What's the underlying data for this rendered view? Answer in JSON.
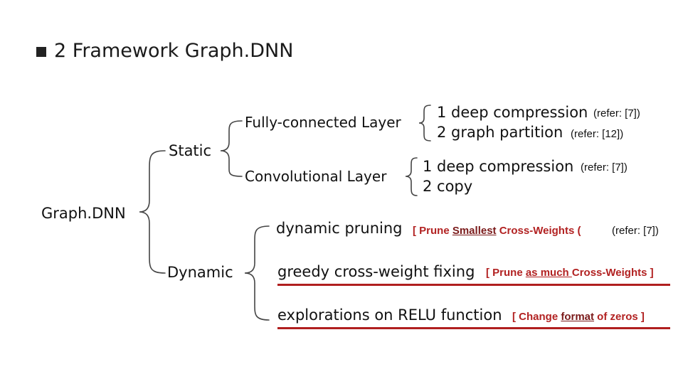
{
  "title": "2 Framework Graph.DNN",
  "root": "Graph.DNN",
  "static": {
    "label": "Static",
    "fully_connected": {
      "label": "Fully-connected Layer",
      "items": [
        {
          "text": "1 deep compression",
          "ref": "(refer: [7])"
        },
        {
          "text": "2 graph partition",
          "ref": "(refer: [12])"
        }
      ]
    },
    "convolutional": {
      "label": "Convolutional Layer",
      "items": [
        {
          "text": "1 deep compression",
          "ref": "(refer: [7])"
        },
        {
          "text": "2 copy"
        }
      ]
    }
  },
  "dynamic": {
    "label": "Dynamic",
    "items": [
      {
        "text": "dynamic pruning",
        "note": {
          "pre": "[ Prune ",
          "hl": "Smallest",
          "post": " Cross-Weights (",
          "ref": "(refer: [7])"
        }
      },
      {
        "text": "greedy cross-weight fixing",
        "note": {
          "pre": "[ Prune ",
          "hl": "as much ",
          "post": "Cross-Weights ]"
        }
      },
      {
        "text": "explorations on RELU function",
        "note": {
          "pre": "[ Change ",
          "hl": "format",
          "post": " of zeros ]"
        }
      }
    ]
  },
  "colors": {
    "emphasis": "#b22222",
    "text": "#111111",
    "brace": "#444444"
  }
}
